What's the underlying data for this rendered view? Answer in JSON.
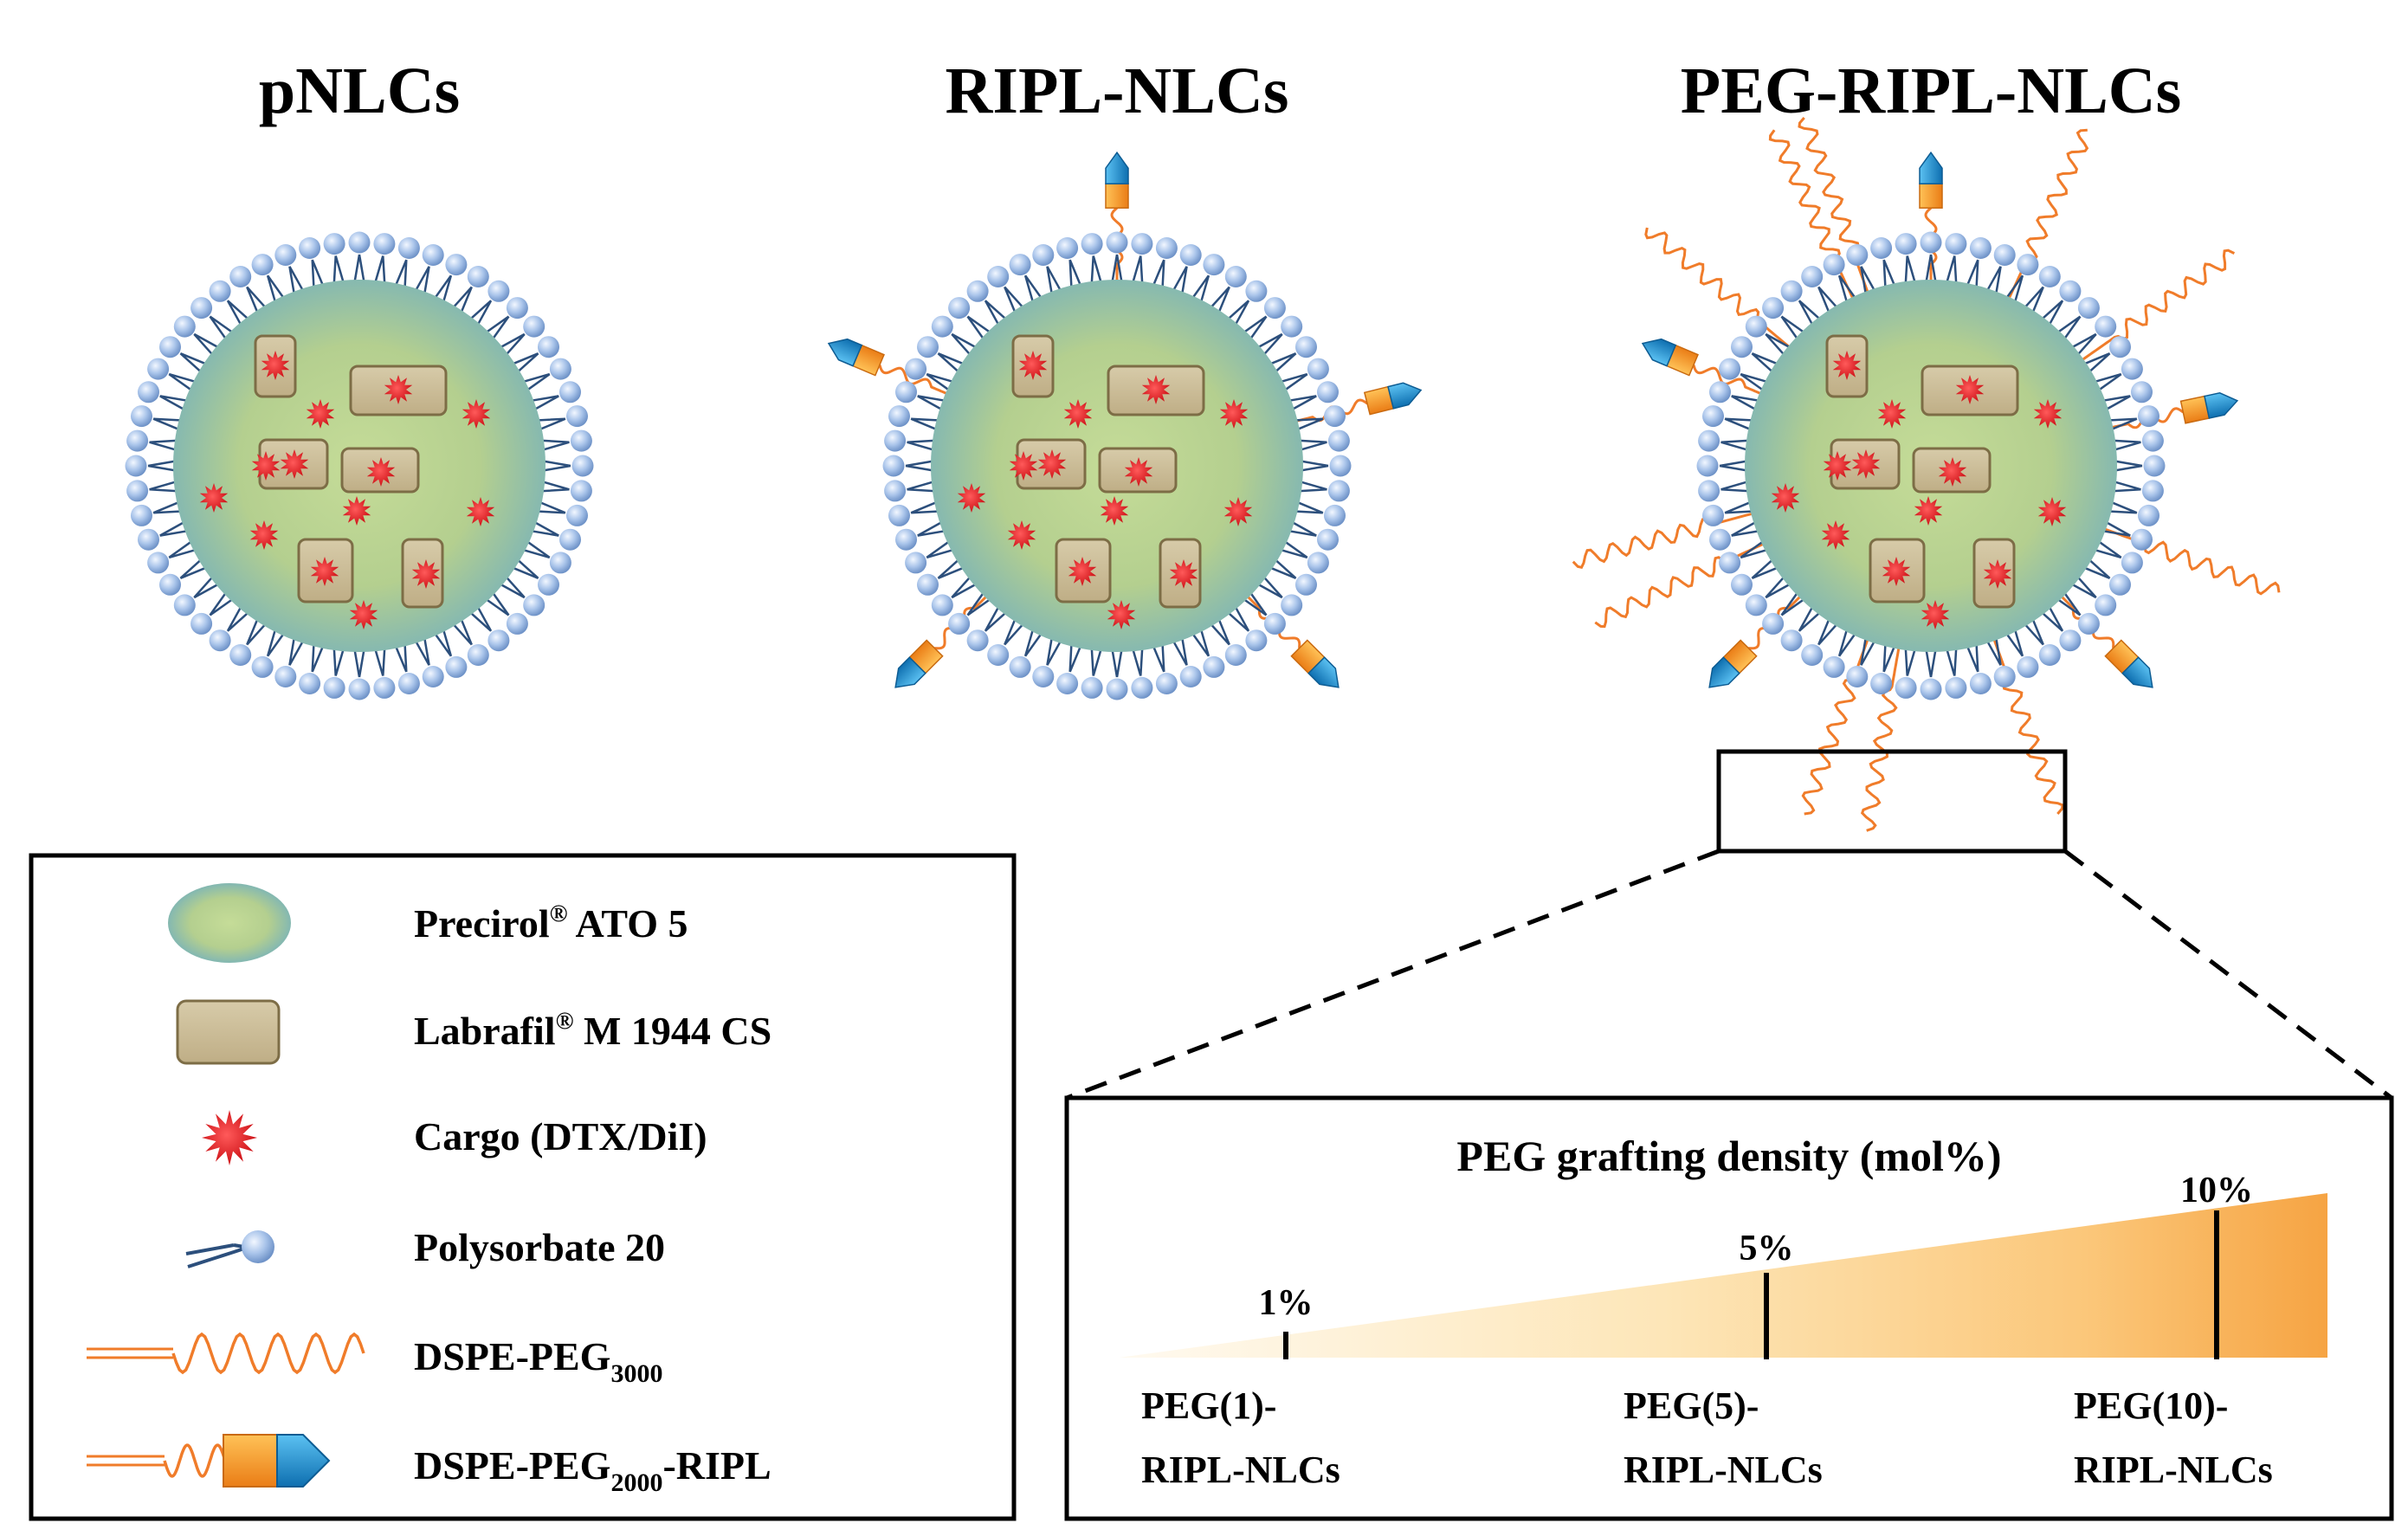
{
  "titles": {
    "pnlc": "pNLCs",
    "ripl": "RIPL-NLCs",
    "peg_ripl": "PEG-RIPL-NLCs"
  },
  "legend": {
    "items": [
      {
        "id": "precirol",
        "main": "Precirol",
        "sup": "®",
        "rest": " ATO 5"
      },
      {
        "id": "labrafil",
        "main": "Labrafil",
        "sup": "®",
        "rest": " M 1944 CS"
      },
      {
        "id": "cargo",
        "main": "Cargo (DTX/DiI)"
      },
      {
        "id": "polysorbate",
        "main": "Polysorbate 20"
      },
      {
        "id": "dspe_peg",
        "main": "DSPE-PEG",
        "sub": "3000"
      },
      {
        "id": "dspe_peg_ripl",
        "main": "DSPE-PEG",
        "sub": "2000",
        "rest": "-RIPL"
      }
    ]
  },
  "density_panel": {
    "title": "PEG grafting density (mol%)",
    "levels": [
      {
        "pct": "1%",
        "line1": "PEG(1)-",
        "line2": "RIPL-NLCs"
      },
      {
        "pct": "5%",
        "line1": "PEG(5)-",
        "line2": "RIPL-NLCs"
      },
      {
        "pct": "10%",
        "line1": "PEG(10)-",
        "line2": "RIPL-NLCs"
      }
    ]
  },
  "colors": {
    "core": "#b9d08f",
    "core_edge": "#8fbfb1",
    "oil_droplet": "#cbbd9a",
    "cargo": "#e8141b",
    "head": "#a9c4ea",
    "tail": "#2c4f7c",
    "peg": "#f07c2a",
    "ripl_orange": "#f39b2f",
    "ripl_blue": "#1c8fd4"
  }
}
